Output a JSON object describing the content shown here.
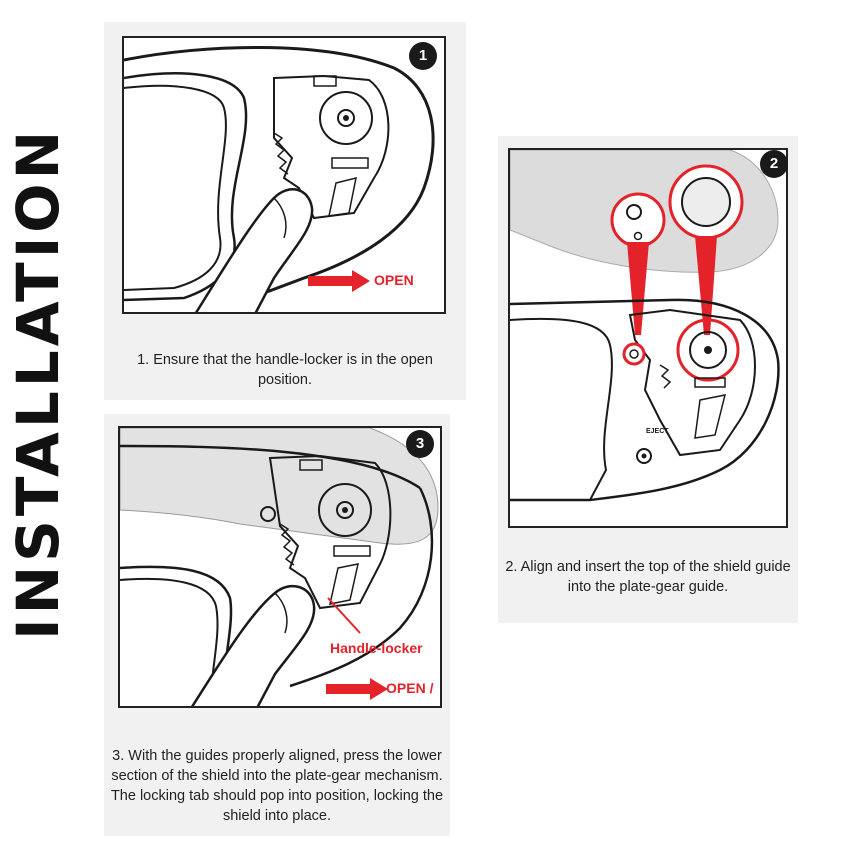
{
  "page_title": "INSTALLATION",
  "steps": [
    {
      "number": "1",
      "caption": "1. Ensure that the handle-locker is in the open position.",
      "open_label": "OPEN"
    },
    {
      "number": "2",
      "caption": "2. Align and insert the top of the shield guide into the plate-gear guide.",
      "eject_label": "EJECT"
    },
    {
      "number": "3",
      "caption": "3. With the guides properly aligned, press the lower section of the shield into the plate-gear mechanism. The locking tab should pop into position, locking the shield into place.",
      "handle_label": "Handle-locker",
      "open_label": "OPEN /"
    }
  ],
  "colors": {
    "accent": "#e4222a",
    "card_bg": "#f1f1f1",
    "line": "#1a1a1a"
  }
}
